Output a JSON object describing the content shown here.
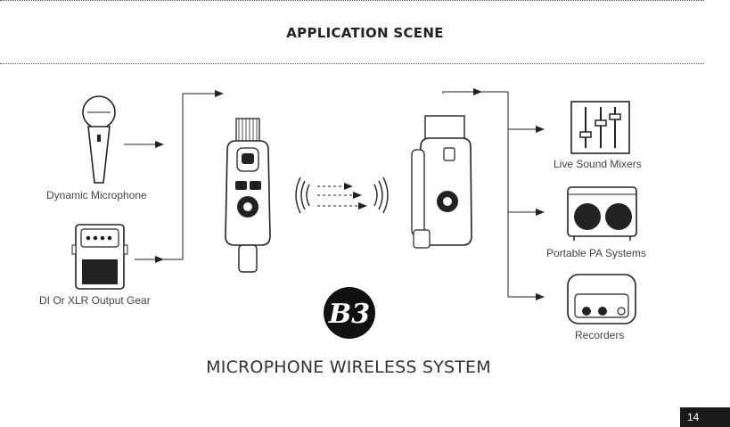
{
  "header": {
    "title": "APPLICATION SCENE"
  },
  "sources": [
    {
      "label": "Dynamic Microphone",
      "icon": "microphone-icon"
    },
    {
      "label": "DI Or XLR Output Gear",
      "icon": "guitar-pedal-icon"
    }
  ],
  "devices": {
    "transmitter": {
      "icon": "transmitter-icon"
    },
    "receiver": {
      "icon": "receiver-icon"
    },
    "signal": {
      "icon": "wireless-signal-icon"
    }
  },
  "destinations": [
    {
      "label": "Live Sound Mixers",
      "icon": "mixer-icon"
    },
    {
      "label": "Portable PA Systems",
      "icon": "pa-speaker-icon"
    },
    {
      "label": "Recorders",
      "icon": "recorder-icon"
    }
  ],
  "brand": {
    "logo": "b3-logo-icon",
    "logo_text": "B3"
  },
  "footer": {
    "system_name": "MICROPHONE WIRELESS SYSTEM",
    "page_number": "14"
  }
}
